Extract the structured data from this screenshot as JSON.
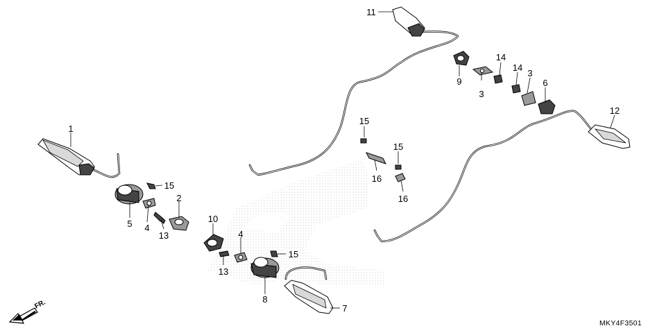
{
  "diagram": {
    "code": "MKY4F3501",
    "direction_label": "FR.",
    "callouts": [
      "1",
      "2",
      "3",
      "3",
      "4",
      "4",
      "5",
      "6",
      "7",
      "8",
      "9",
      "10",
      "11",
      "12",
      "13",
      "13",
      "14",
      "14",
      "15",
      "15",
      "15",
      "15",
      "16",
      "16"
    ]
  }
}
